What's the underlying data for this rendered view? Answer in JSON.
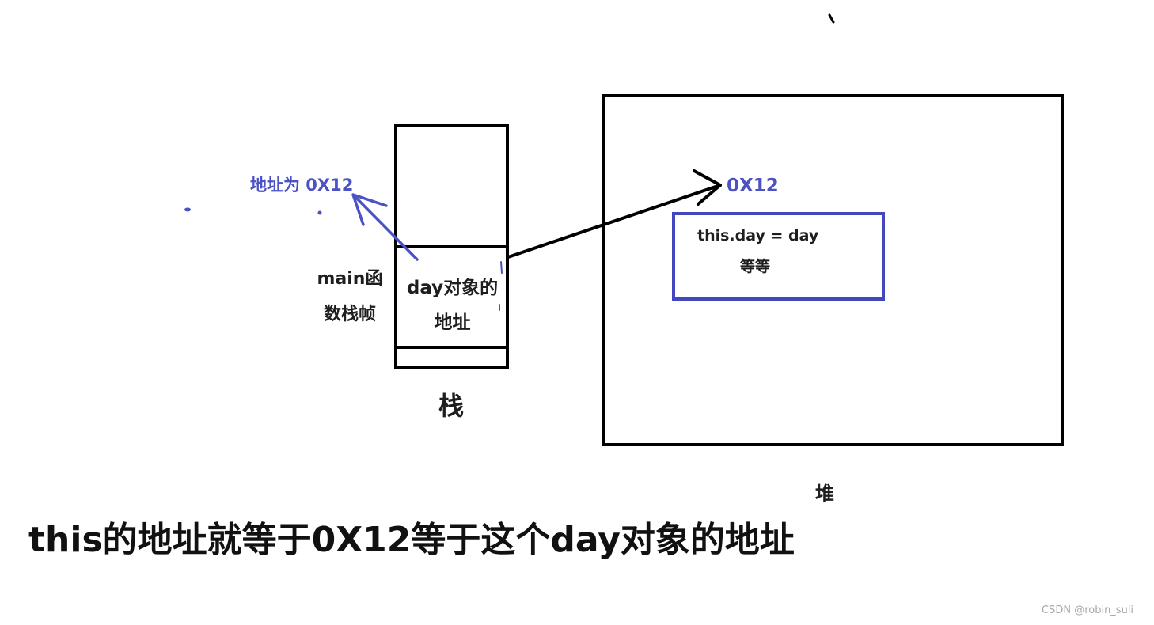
{
  "colors": {
    "ink": "#000000",
    "text": "#1e1e1e",
    "accent_blue": "#4a52c4",
    "watermark": "#a8a8a8"
  },
  "stack": {
    "frame_label": "main函数栈帧",
    "frame_label_lines": [
      "main函",
      "数栈帧"
    ],
    "day_address_lines": [
      "day对象的",
      "地址"
    ],
    "label": "栈"
  },
  "heap": {
    "label": "堆",
    "address": "0X12",
    "code_lines": [
      "this.day = day",
      "等等"
    ]
  },
  "address_note": "地址为 0X12",
  "caption": "this的地址就等于0X12等于这个day对象的地址",
  "watermark": "CSDN @robin_suli"
}
